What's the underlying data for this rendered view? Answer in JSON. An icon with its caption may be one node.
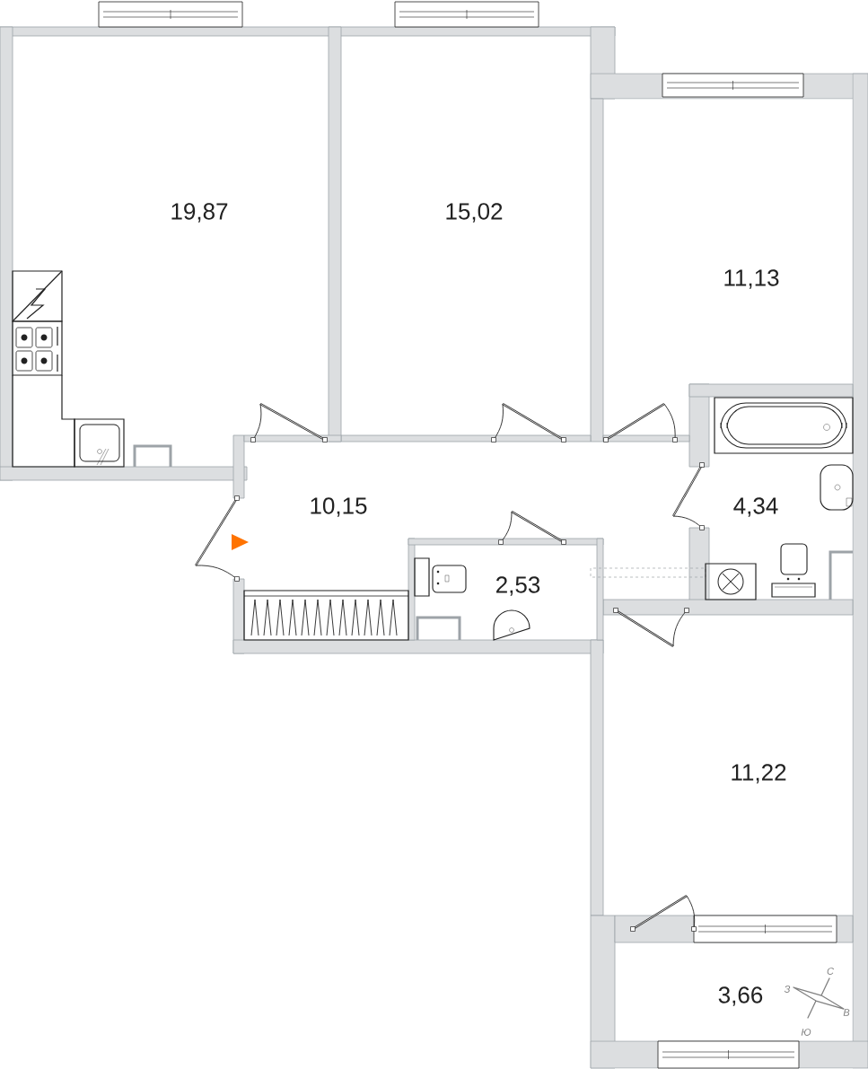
{
  "diagram": {
    "labels": [
      "19,87",
      "15,02",
      "11,13",
      "10,15",
      "4,34",
      "2,53",
      "11,22",
      "3,66",
      "С",
      "З",
      "В",
      "Ю"
    ]
  }
}
